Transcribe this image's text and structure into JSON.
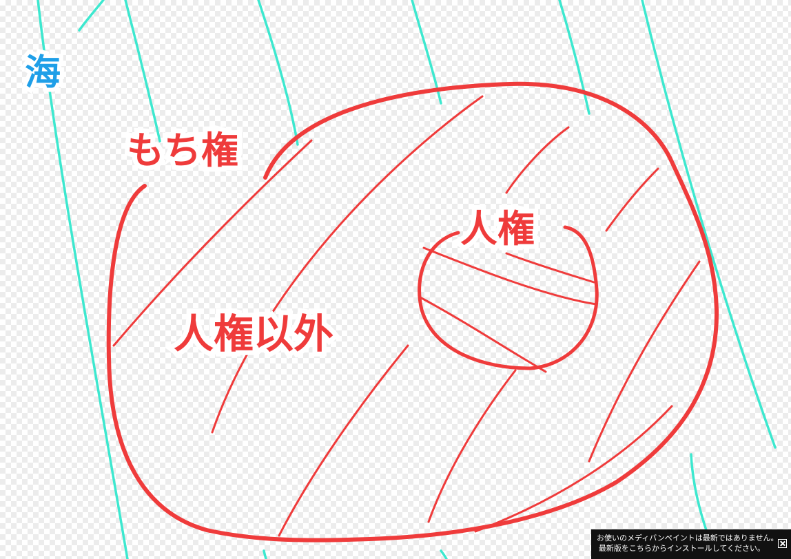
{
  "labels": {
    "sea": "海",
    "mochi_ken": "もち権",
    "jinken": "人権",
    "jinken_igai": "人権以外"
  },
  "colors": {
    "teal_lines": "#3de8cf",
    "red_lines": "#ef3b3b",
    "blue_label": "#1f9fe8",
    "notice_bg": "#111111"
  },
  "notice": {
    "line1": "お使いのメディバンペイントは最新ではありません。",
    "line2": "最新版をこちらからインストールしてください。",
    "close_icon": "close-box-icon"
  }
}
